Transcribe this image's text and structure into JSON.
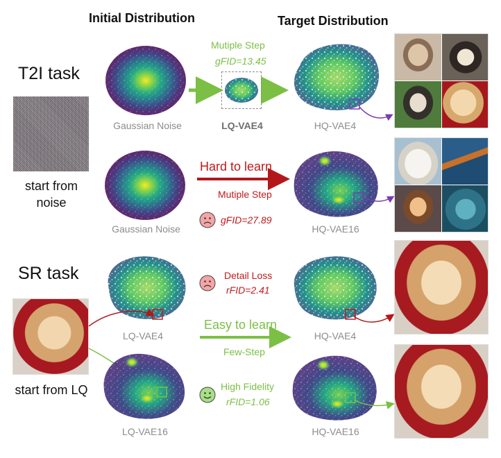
{
  "columns": {
    "initial": "Initial Distribution",
    "target": "Target Distribution"
  },
  "t2i": {
    "title": "T2I task",
    "start_label": "start from noise",
    "row1": {
      "arrow_top": "Mutiple Step",
      "metric": "gFID=13.45",
      "init_caption": "Gaussian Noise",
      "middle_caption": "LQ-VAE4",
      "target_caption": "HQ-VAE4"
    },
    "row2": {
      "arrow_top": "Hard to learn",
      "arrow_bottom": "Mutiple Step",
      "metric": "gFID=27.89",
      "init_caption": "Gaussian Noise",
      "target_caption": "HQ-VAE16"
    }
  },
  "sr": {
    "title": "SR task",
    "start_label": "start from LQ",
    "row1": {
      "label": "Detail Loss",
      "metric": "rFID=2.41",
      "init_caption": "LQ-VAE4",
      "target_caption": "HQ-VAE4"
    },
    "middle": {
      "arrow_top": "Easy to learn",
      "arrow_bottom": "Few-Step"
    },
    "row2": {
      "label": "High Fidelity",
      "metric": "rFID=1.06",
      "init_caption": "LQ-VAE16",
      "target_caption": "HQ-VAE16"
    }
  },
  "colors": {
    "green": "#7cbf45",
    "red": "#c11a1a",
    "purple": "#7a3bb0",
    "gray_caption": "#8c8c8c"
  },
  "icons": [
    "sad-face-icon",
    "happy-face-icon",
    "arrow-right-icon",
    "zoom-box-icon"
  ]
}
